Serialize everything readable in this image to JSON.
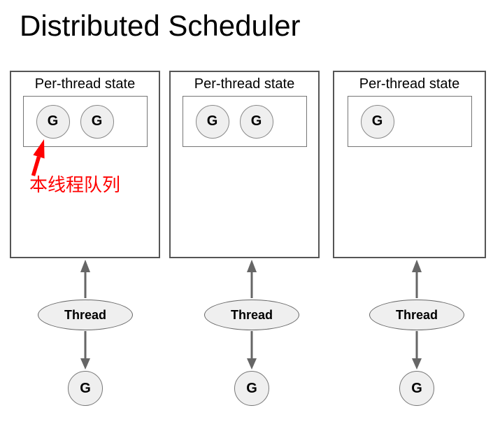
{
  "title": "Distributed Scheduler",
  "annotation": {
    "text": "本线程队列",
    "color": "#ff0000"
  },
  "panels": [
    {
      "title": "Per-thread state",
      "queue": [
        "G",
        "G"
      ],
      "thread_label": "Thread",
      "out_label": "G"
    },
    {
      "title": "Per-thread state",
      "queue": [
        "G",
        "G"
      ],
      "thread_label": "Thread",
      "out_label": "G"
    },
    {
      "title": "Per-thread state",
      "queue": [
        "G"
      ],
      "thread_label": "Thread",
      "out_label": "G"
    }
  ],
  "colors": {
    "background": "#ffffff",
    "text": "#000000",
    "panel_border": "#555555",
    "queue_box_border": "#757575",
    "node_fill": "#efefef",
    "node_border": "#888888",
    "arrow": "#666666",
    "annotation_red": "#ff0000"
  }
}
